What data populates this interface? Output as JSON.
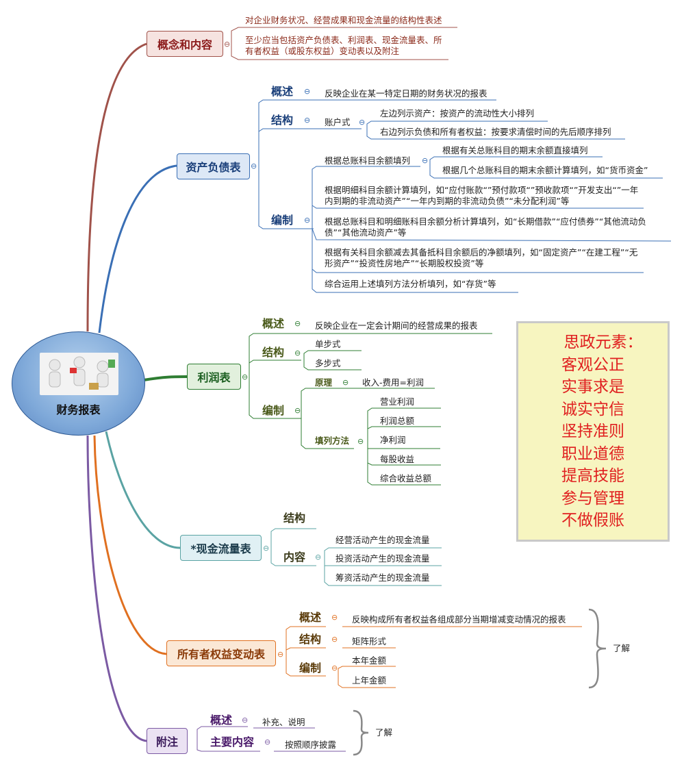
{
  "root": {
    "label": "财务报表",
    "image_icon": "business-people-clipart"
  },
  "colors": {
    "concept": "#a0524a",
    "balance": "#3a6fb5",
    "profit": "#2e7d32",
    "cashflow": "#5aa3a3",
    "equity": "#e07020",
    "notes": "#7b5aa3",
    "ideology_text": "#e02020",
    "ideology_bg": "#f7f5c0"
  },
  "concept": {
    "title": "概念和内容",
    "items": [
      "对企业财务状况、经营成果和现金流量的结构性表述",
      "至少应当包括资产负债表、利润表、现金流量表、所有者权益（或股东权益）变动表以及附注"
    ]
  },
  "balance": {
    "title": "资产负债表",
    "overview_label": "概述",
    "overview_text": "反映企业在某一特定日期的财务状况的报表",
    "structure_label": "结构",
    "structure_type": "账户式",
    "structure_items": [
      "左边列示资产：按资产的流动性大小排列",
      "右边列示负债和所有者权益：按要求清偿时间的先后顺序排列"
    ],
    "compile_label": "编制",
    "compile_sub": "根据总账科目余额填列",
    "compile_sub_items": [
      "根据有关总账科目的期末余额直接填列",
      "根据几个总账科目的期末余额计算填列，如“货币资金”"
    ],
    "compile_items": [
      "根据明细科目余额计算填列，如“应付账款“”预付款项“”预收款项“”开发支出“”一年内到期的非流动资产”“一年内到期的非流动负债”“未分配利润”等",
      "根据总账科目和明细账科目余额分析计算填列，如“长期借款”“应付债券”“其他流动负债”“其他流动资产”等",
      "根据有关科目余额减去其备抵科目余额后的净额填列，如“固定资产”“在建工程”“无形资产”“投资性房地产”“长期股权投资”等",
      "综合运用上述填列方法分析填列，如“存货”等"
    ]
  },
  "profit": {
    "title": "利润表",
    "overview_label": "概述",
    "overview_text": "反映企业在一定会计期间的经营成果的报表",
    "structure_label": "结构",
    "structure_items": [
      "单步式",
      "多步式"
    ],
    "compile_label": "编制",
    "principle_label": "原理",
    "principle_text": "收入-费用=利润",
    "method_label": "填列方法",
    "method_items": [
      "营业利润",
      "利润总额",
      "净利润",
      "每股收益",
      "综合收益总额"
    ]
  },
  "cashflow": {
    "title": "*现金流量表",
    "structure_label": "结构",
    "content_label": "内容",
    "content_items": [
      "经营活动产生的现金流量",
      "投资活动产生的现金流量",
      "筹资活动产生的现金流量"
    ]
  },
  "equity": {
    "title": "所有者权益变动表",
    "overview_label": "概述",
    "overview_text": "反映构成所有者权益各组成部分当期增减变动情况的报表",
    "structure_label": "结构",
    "structure_text": "矩阵形式",
    "compile_label": "编制",
    "compile_items": [
      "本年金额",
      "上年金额"
    ],
    "brace_note": "了解"
  },
  "notes": {
    "title": "附注",
    "overview_label": "概述",
    "overview_text": "补充、说明",
    "main_label": "主要内容",
    "main_text": "按照顺序披露",
    "brace_note": "了解"
  },
  "ideology": {
    "title": "思政元素：",
    "items": [
      "客观公正",
      "实事求是",
      "诚实守信",
      "坚持准则",
      "职业道德",
      "提高技能",
      "参与管理",
      "不做假账"
    ]
  },
  "collapse_symbol": "⊖"
}
